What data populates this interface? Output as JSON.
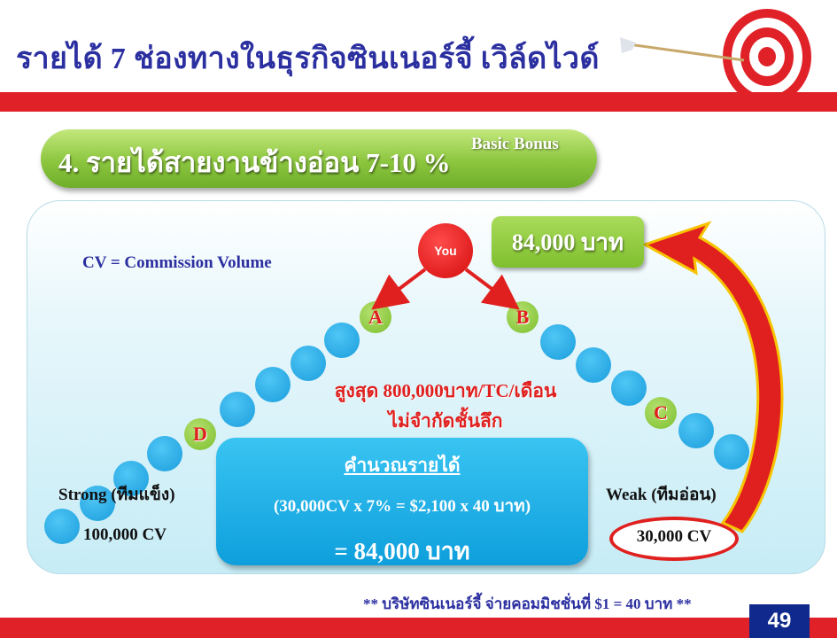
{
  "header": {
    "title": "รายได้ 7 ช่องทางในธุรกิจซินเนอร์จี้ เวิล์ดไวด์"
  },
  "section": {
    "label": "4. รายได้สายงานข้างอ่อน 7-10 %",
    "bonus_type": "Basic Bonus"
  },
  "definition": "CV = Commission Volume",
  "tree": {
    "root": "You",
    "left_node": "A",
    "right_node": "B",
    "right_lower_node": "C",
    "left_lower_node": "D"
  },
  "earnings_box": "84,000 บาท",
  "max_note": {
    "line1": "สูงสุด 800,000บาท/TC/เดือน",
    "line2": "ไม่จำกัดชั้นลึก"
  },
  "calculation": {
    "title": "คำนวณรายได้",
    "formula": "(30,000CV x 7% = $2,100 x 40 บาท)",
    "result": "= 84,000 บาท"
  },
  "strong_leg": {
    "label": "Strong (ทีมแข็ง)",
    "cv": "100,000 CV"
  },
  "weak_leg": {
    "label": "Weak (ทีมอ่อน)",
    "cv": "30,000 CV"
  },
  "footnote": "** บริษัทซินเนอร์จี้ จ่ายคอมมิชชั่นที่ $1 = 40 บาท **",
  "page_number": "49",
  "colors": {
    "title_blue": "#2b2fa0",
    "brand_red": "#e02128",
    "green": "#8cc63f",
    "blue": "#1b9ddc"
  }
}
